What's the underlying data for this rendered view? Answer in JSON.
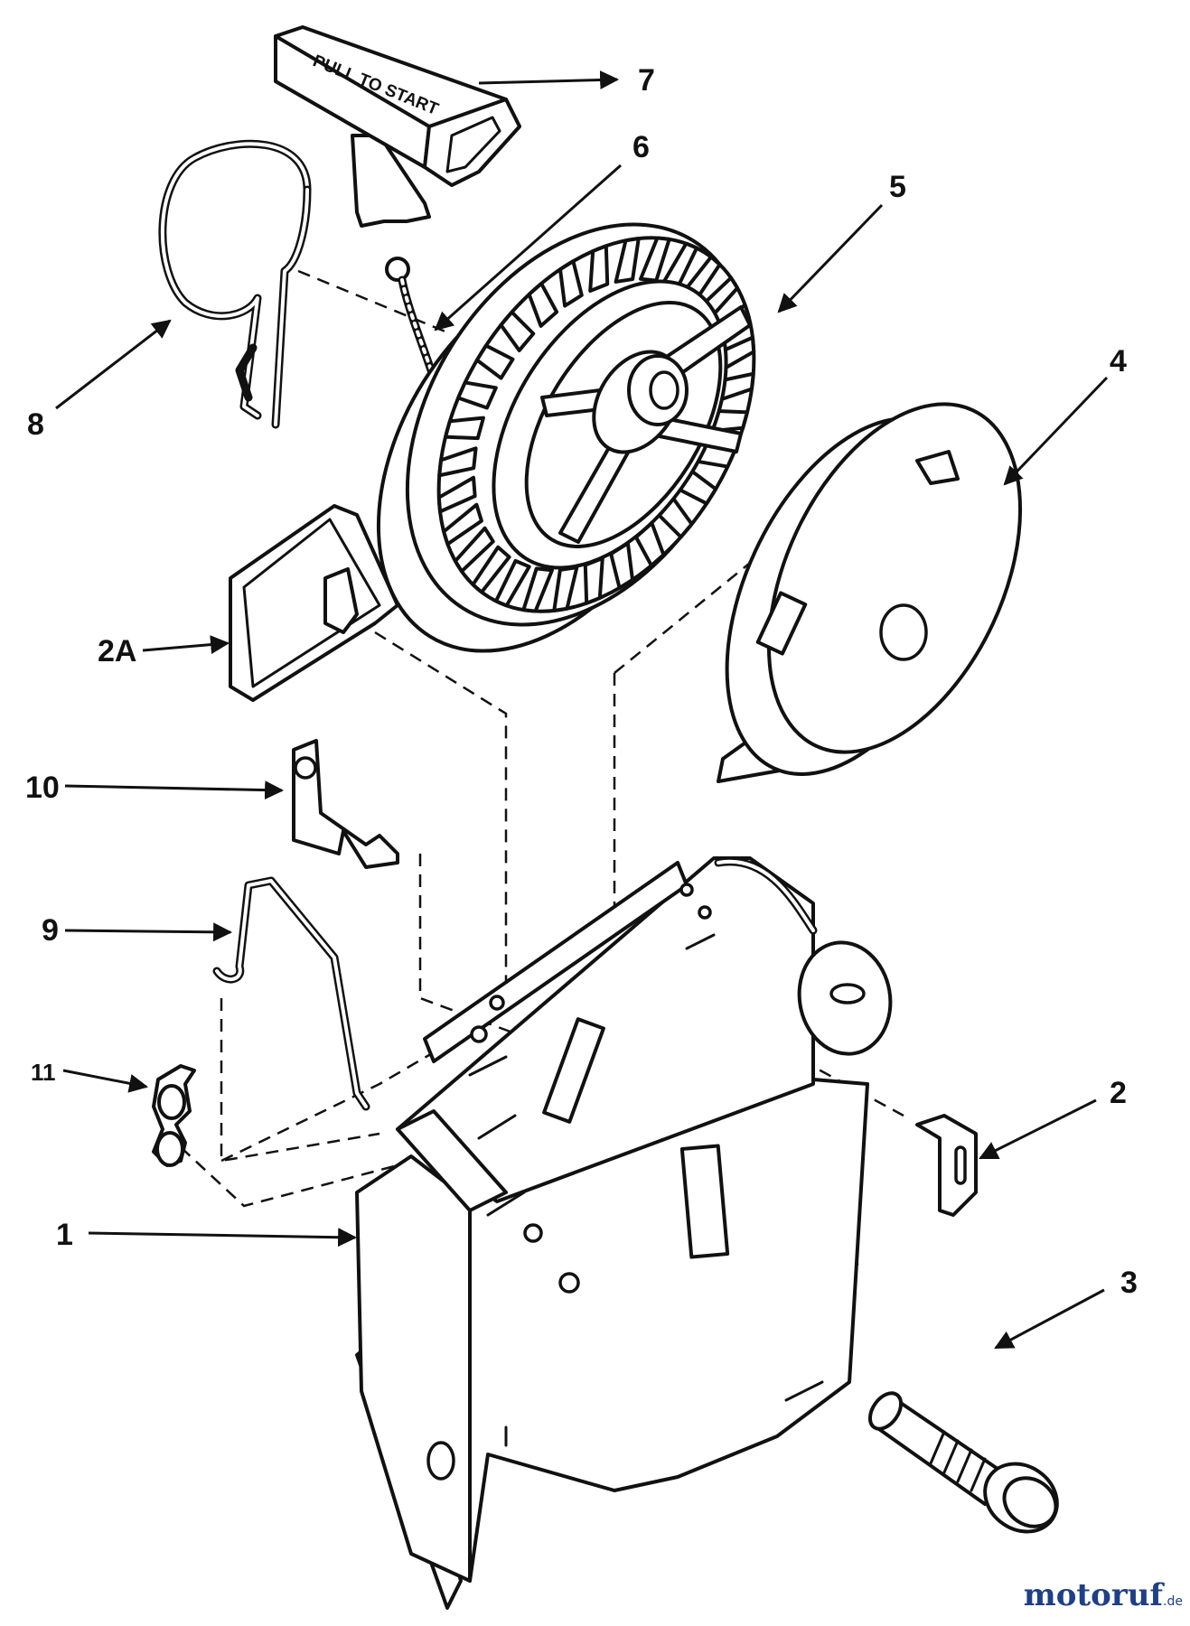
{
  "handle_text": "PULL TO START",
  "callouts": [
    {
      "id": "1",
      "label": "1"
    },
    {
      "id": "2",
      "label": "2"
    },
    {
      "id": "2a",
      "label": "2A"
    },
    {
      "id": "3",
      "label": "3"
    },
    {
      "id": "4",
      "label": "4"
    },
    {
      "id": "5",
      "label": "5"
    },
    {
      "id": "6",
      "label": "6"
    },
    {
      "id": "7",
      "label": "7"
    },
    {
      "id": "8",
      "label": "8"
    },
    {
      "id": "9",
      "label": "9"
    },
    {
      "id": "10",
      "label": "10"
    },
    {
      "id": "11",
      "label": "11"
    }
  ],
  "watermark": {
    "main": "motoruf",
    "suffix": ".de"
  },
  "colors": {
    "line": "#111111",
    "background": "#ffffff",
    "watermark": "#1f3f86"
  }
}
